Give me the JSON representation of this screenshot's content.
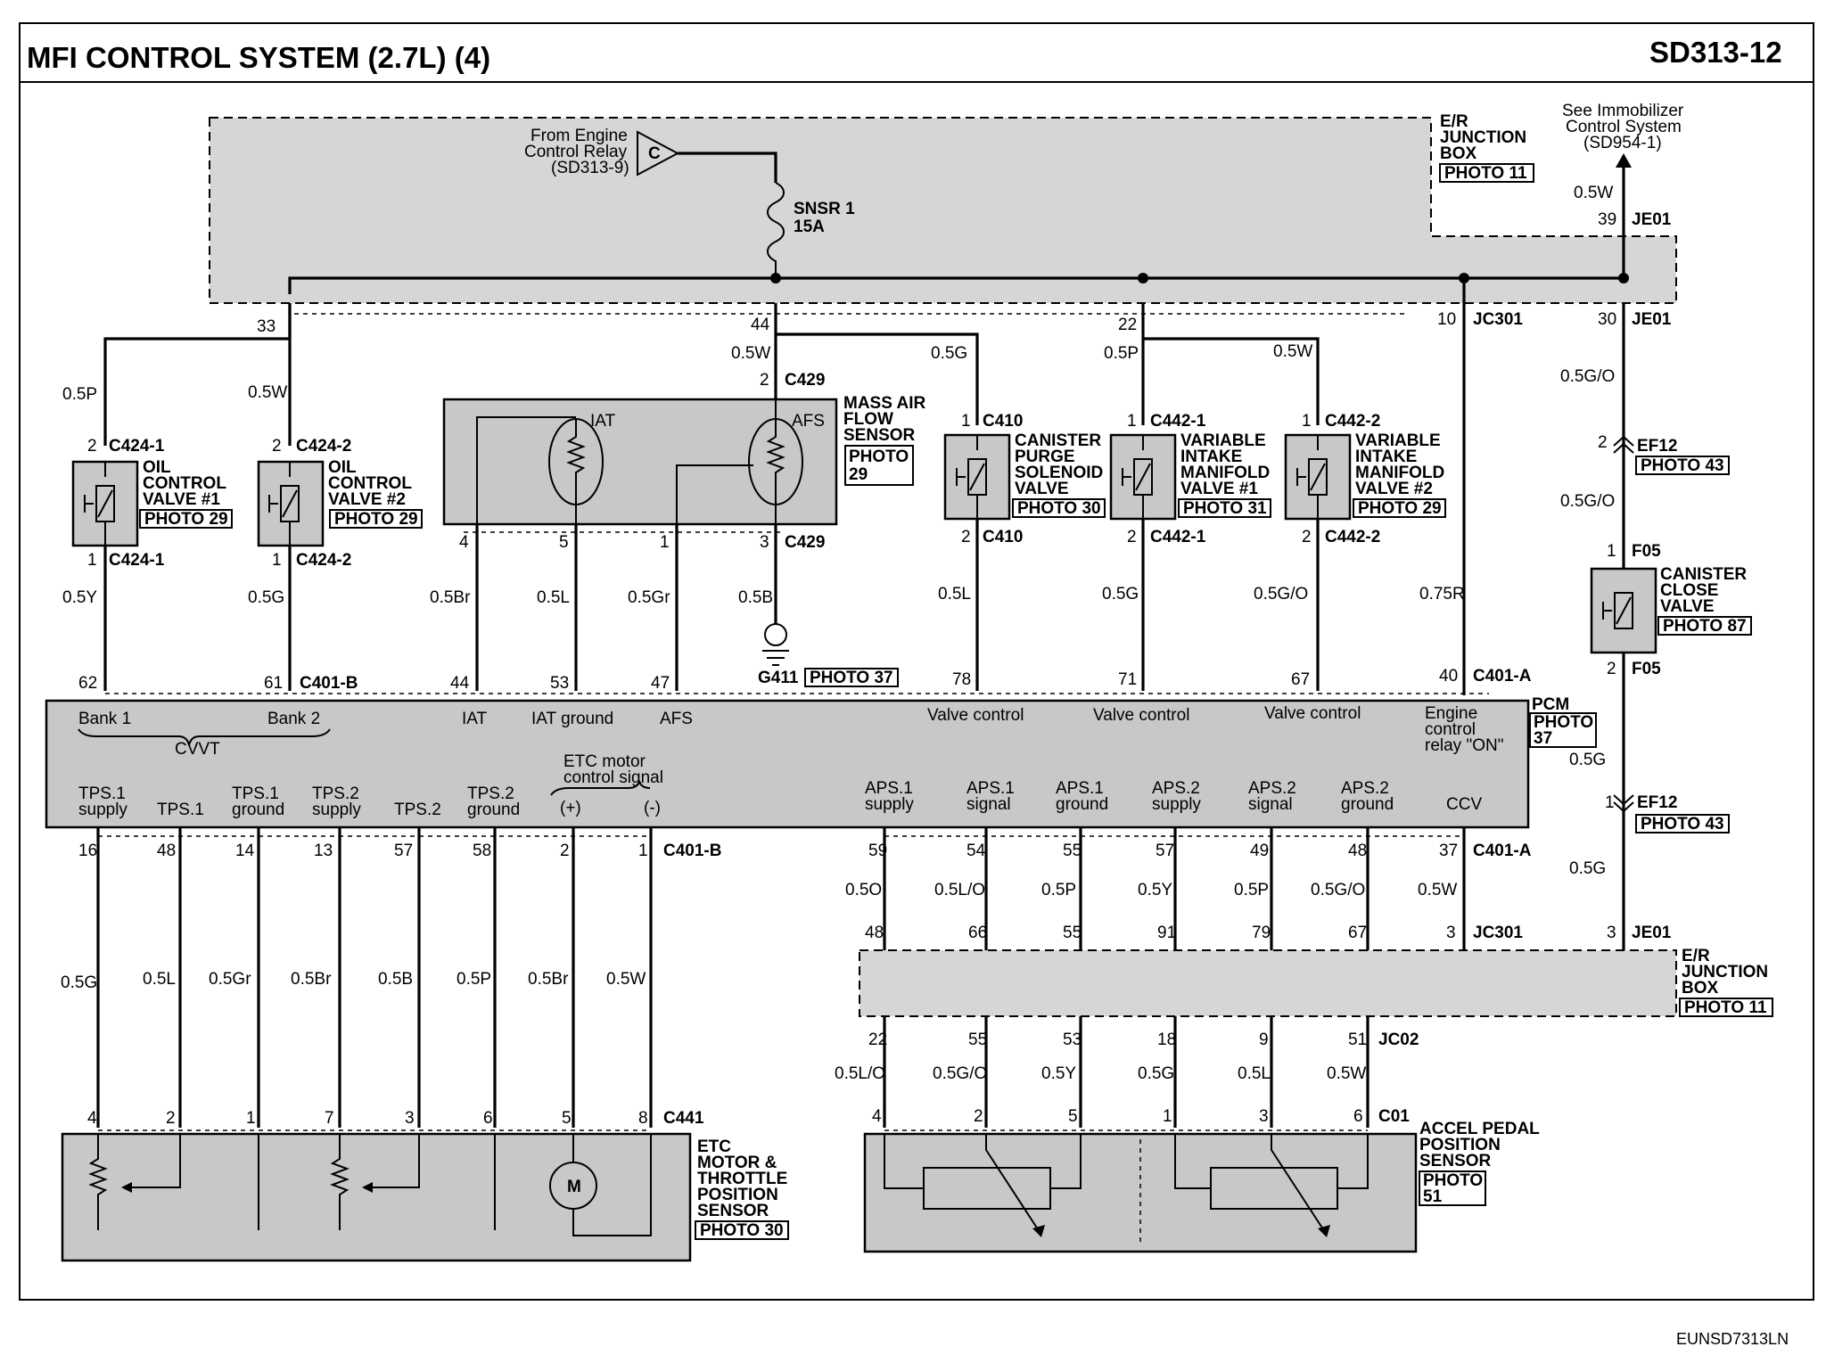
{
  "header": {
    "title": "MFI CONTROL SYSTEM (2.7L) (4)",
    "code": "SD313-12"
  },
  "footer": {
    "code": "EUNSD7313LN"
  },
  "top": {
    "from_relay": [
      "From Engine",
      "Control Relay",
      "(SD313-9)"
    ],
    "c_connector": "C",
    "fuse_name": "SNSR 1",
    "fuse_rating": "15A",
    "er_box": [
      "E/R",
      "JUNCTION",
      "BOX"
    ],
    "er_photo": "PHOTO 11",
    "immobilizer": [
      "See Immobilizer",
      "Control System",
      "(SD954-1)"
    ]
  },
  "wires_top": {
    "w05w_right": "0.5W",
    "pin39": "39",
    "je01_top": "JE01",
    "pin33": "33",
    "pin44": "44",
    "pin22": "22",
    "pin10": "10",
    "jc301_top": "JC301",
    "pin30": "30",
    "je01_mid": "JE01",
    "w05p_a": "0.5P",
    "w05w_a": "0.5W",
    "w05w_b": "0.5W",
    "w05g_a": "0.5G",
    "w05p_b": "0.5P",
    "w05w_c": "0.5W",
    "w05go_a": "0.5G/O",
    "w05go_b": "0.5G/O"
  },
  "oil1": {
    "pin_top": "2",
    "conn_top": "C424-1",
    "name": [
      "OIL",
      "CONTROL",
      "VALVE #1"
    ],
    "photo": "PHOTO 29",
    "pin_bot": "1",
    "conn_bot": "C424-1",
    "wire": "0.5Y",
    "pcm_pin": "62"
  },
  "oil2": {
    "pin_top": "2",
    "conn_top": "C424-2",
    "name": [
      "OIL",
      "CONTROL",
      "VALVE #2"
    ],
    "photo": "PHOTO 29",
    "pin_bot": "1",
    "conn_bot": "C424-2",
    "wire": "0.5G",
    "pcm_pin": "61",
    "pcm_conn": "C401-B"
  },
  "maf": {
    "pin_top": "2",
    "conn_top": "C429",
    "name": [
      "MASS AIR",
      "FLOW",
      "SENSOR"
    ],
    "photo": "PHOTO",
    "photo2": "29",
    "iat": "IAT",
    "afs": "AFS",
    "pins": [
      "4",
      "5",
      "1",
      "3"
    ],
    "conn_bot": "C429",
    "wires": [
      "0.5Br",
      "0.5L",
      "0.5Gr",
      "0.5B"
    ],
    "pcm_pins": [
      "44",
      "53",
      "47"
    ],
    "ground": "G411",
    "ground_photo": "PHOTO 37"
  },
  "canister_purge": {
    "pin_top": "1",
    "conn_top": "C410",
    "name": [
      "CANISTER",
      "PURGE",
      "SOLENOID",
      "VALVE"
    ],
    "photo": "PHOTO 30",
    "pin_bot": "2",
    "conn_bot": "C410",
    "wire": "0.5L",
    "pcm_pin": "78"
  },
  "vim1": {
    "pin_top": "1",
    "conn_top": "C442-1",
    "name": [
      "VARIABLE",
      "INTAKE",
      "MANIFOLD",
      "VALVE #1"
    ],
    "photo": "PHOTO 31",
    "pin_bot": "2",
    "conn_bot": "C442-1",
    "wire": "0.5G",
    "pcm_pin": "71"
  },
  "vim2": {
    "pin_top": "1",
    "conn_top": "C442-2",
    "name": [
      "VARIABLE",
      "INTAKE",
      "MANIFOLD",
      "VALVE #2"
    ],
    "photo": "PHOTO 29",
    "pin_bot": "2",
    "conn_bot": "C442-2",
    "wire": "0.5G/O",
    "pcm_pin": "67"
  },
  "ccv_line": {
    "wire": "0.75R",
    "pcm_pin": "40",
    "pcm_conn": "C401-A"
  },
  "right_side": {
    "ef12_top_pin": "2",
    "ef12_top": "EF12",
    "ef12_top_photo": "PHOTO 43",
    "f05_top_pin": "1",
    "f05_top": "F05",
    "canister_close": [
      "CANISTER",
      "CLOSE",
      "VALVE"
    ],
    "cc_photo": "PHOTO 87",
    "f05_bot_pin": "2",
    "f05_bot": "F05",
    "w05g_a": "0.5G",
    "ef12_bot_pin": "1",
    "ef12_bot": "EF12",
    "ef12_bot_photo": "PHOTO 43",
    "w05g_b": "0.5G"
  },
  "pcm": {
    "name": "PCM",
    "photo": "PHOTO",
    "photo2": "37",
    "bank1": "Bank 1",
    "bank2": "Bank 2",
    "cvvt": "CVVT",
    "iat": "IAT",
    "iat_ground": "IAT ground",
    "afs": "AFS",
    "valve1": "Valve control",
    "valve2": "Valve control",
    "valve3": "Valve control",
    "engine": [
      "Engine",
      "control",
      "relay \"ON\""
    ],
    "etc_signal": [
      "ETC motor",
      "control signal"
    ],
    "plus": "(+)",
    "minus": "(-)",
    "bottom_labels": [
      [
        "TPS.1",
        "supply"
      ],
      [
        "TPS.1",
        ""
      ],
      [
        "TPS.1",
        "ground"
      ],
      [
        "TPS.2",
        "supply"
      ],
      [
        "TPS.2",
        ""
      ],
      [
        "TPS.2",
        "ground"
      ]
    ],
    "aps_labels": [
      [
        "APS.1",
        "supply"
      ],
      [
        "APS.1",
        "signal"
      ],
      [
        "APS.1",
        "ground"
      ],
      [
        "APS.2",
        "supply"
      ],
      [
        "APS.2",
        "signal"
      ],
      [
        "APS.2",
        "ground"
      ],
      [
        "CCV",
        ""
      ]
    ]
  },
  "etc": {
    "pcm_pins": [
      "16",
      "48",
      "14",
      "13",
      "57",
      "58",
      "2",
      "1"
    ],
    "pcm_conn": "C401-B",
    "wires": [
      "0.5G",
      "0.5L",
      "0.5Gr",
      "0.5Br",
      "0.5B",
      "0.5P",
      "0.5Br",
      "0.5W"
    ],
    "pins": [
      "4",
      "2",
      "1",
      "7",
      "3",
      "6",
      "5",
      "8"
    ],
    "conn": "C441",
    "name": [
      "ETC",
      "MOTOR &",
      "THROTTLE",
      "POSITION",
      "SENSOR"
    ],
    "photo": "PHOTO 30",
    "motor": "M"
  },
  "aps": {
    "pcm_pins": [
      "59",
      "54",
      "55",
      "57",
      "49",
      "48",
      "37"
    ],
    "pcm_conn": "C401-A",
    "wires1": [
      "0.5O",
      "0.5L/O",
      "0.5P",
      "0.5Y",
      "0.5P",
      "0.5G/O",
      "0.5W"
    ],
    "jc301_pins": [
      "48",
      "66",
      "55",
      "91",
      "79",
      "67",
      "3"
    ],
    "jc301": "JC301",
    "je01_pin": "3",
    "je01": "JE01",
    "er_box": [
      "E/R",
      "JUNCTION",
      "BOX"
    ],
    "er_photo": "PHOTO 11",
    "jc02_pins": [
      "22",
      "55",
      "53",
      "18",
      "9",
      "51"
    ],
    "jc02": "JC02",
    "wires2": [
      "0.5L/O",
      "0.5G/O",
      "0.5Y",
      "0.5G",
      "0.5L",
      "0.5W"
    ],
    "pins": [
      "4",
      "2",
      "5",
      "1",
      "3",
      "6"
    ],
    "conn": "C01",
    "name": [
      "ACCEL PEDAL",
      "POSITION",
      "SENSOR"
    ],
    "photo": "PHOTO",
    "photo2": "51"
  }
}
